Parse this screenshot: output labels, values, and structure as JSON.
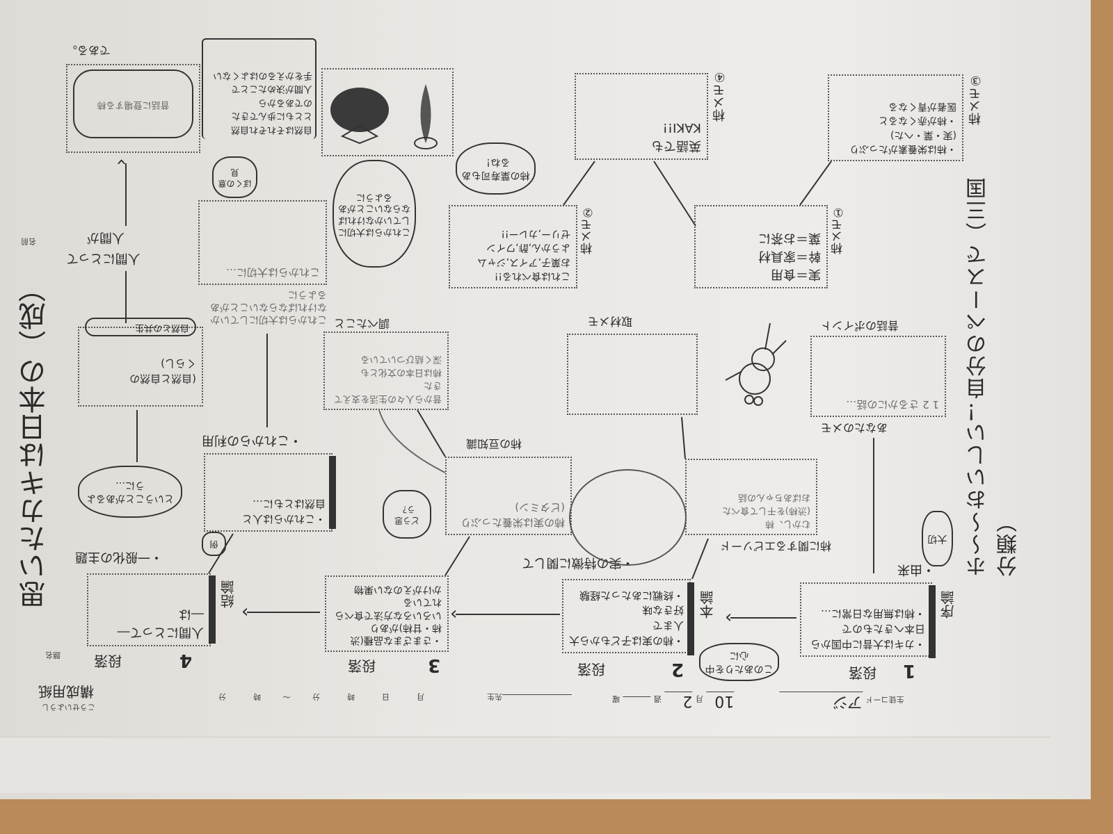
{
  "sheet": {
    "form_title": "構成用紙",
    "form_title_ruby": "こうせいようし",
    "title_label": "題名",
    "name_label": "名前",
    "student_code_label": "生徒コード",
    "student_code_value": "アジ",
    "month_value": "10",
    "month_label": "月",
    "week_value": "2",
    "week_label": "週",
    "day_label": "曜",
    "teacher_label": "先生",
    "date_time": "月　日　時　分 〜 時　分"
  },
  "title": "思いたカキは日本の（成）",
  "side_note": "ホ〜〜おいしい！自分のペースで（三国分類）",
  "paragraphs": [
    {
      "label": "段落",
      "number": "1",
      "role": "序論",
      "text": "・カキは大昔に中国から日本へきたもので\n・柿は無用な日常に…"
    },
    {
      "label": "段落",
      "number": "2",
      "role": "本論",
      "text": "・柿の実は子どもから大人まで\n好きな味\n・終戦にあたった経験"
    },
    {
      "label": "段落",
      "number": "3",
      "role": "",
      "text": "・さまざまな品種(渋柿・甘柿)があり\nいろいろな方法で食べられている\nかけがえのない果物"
    },
    {
      "label": "段落",
      "number": "4",
      "role": "結論",
      "text": "人間にとって―\n―は"
    }
  ],
  "headings": {
    "origin": "・由来",
    "features": "・実の特徴に関して",
    "future": "・これからの利用",
    "theme": "・一般化の主題"
  },
  "bubbles": {
    "center": "このあたりを中心に",
    "my_opinion": "ぼくの意見",
    "opinion_q": "どう思う？",
    "example": "例",
    "important": "大切",
    "cloud_sushi": "柿の葉寿司もあるね！",
    "future_cloud": "これからは大切にしていかなければならないことがあるように",
    "theme_cloud": "ということがあるように…"
  },
  "boxes": {
    "folktale_header": "昔話のポイント",
    "folktale_text": "1 2 さるかにの話…",
    "your_memo": "あなたのメモ",
    "interview_header": "取材メモ",
    "research_header": "調べたこと",
    "research_text": "昔から人々の生活を支えてきた\n柿は日本の文化とも\n深く結びついている",
    "episode_header": "柿に関するエピソード",
    "episode_text": "むかし、柿\n(渋柿)を干して食べた\nおばあちゃんの話",
    "trivia_header": "柿の豆知識",
    "trivia_text": "柿の実は栄養たっぷり\n(ビタミン)",
    "future_text": "・これからは人と\n自然はともに…",
    "future_box_text": "これからは大切に…",
    "nature_text": "(自然と自然の\nくらし)",
    "nature_oval": "自然との共生",
    "human_label": "人間にとって",
    "human_label2": "人間が",
    "folktale_oval": "昔話に登場する柿",
    "callout_text": "自然はそれぞれ自然\nとともに歩んできた\nのであるから\n人間が決めたことで\n手をかえるのはよくない",
    "dearu": "である。"
  },
  "memos": [
    {
      "tag": "柿メモ",
      "no": "①",
      "text": "実＝食用\n幹＝家具材\n葉＝お茶に"
    },
    {
      "tag": "柿メモ",
      "no": "②",
      "text": "これは食べれる!!\nお菓子,アイス,ジャム\nようかん,酢,ワイン\nゼリー,カレー!!"
    },
    {
      "tag": "柿メモ",
      "no": "③",
      "text": "・柿は栄養素がたっぷり\n(実・葉・へた)\n・柿が赤くなると\n医者が青くなる"
    },
    {
      "tag": "柿メモ",
      "no": "④",
      "text": "英語でも\nKAKI!!"
    }
  ]
}
